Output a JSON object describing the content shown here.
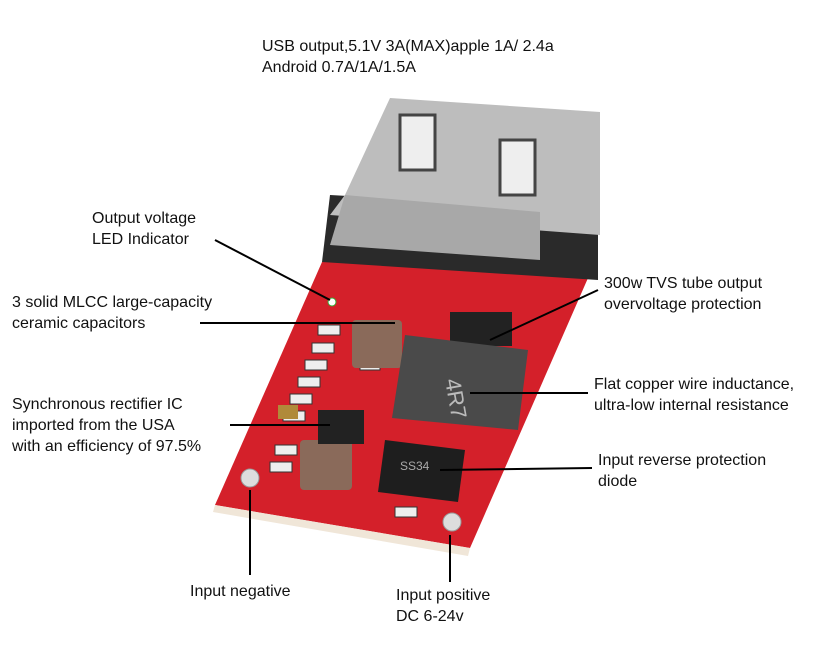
{
  "title": {
    "line1": "USB output,5.1V 3A(MAX)apple 1A/ 2.4a",
    "line2": "Android 0.7A/1A/1.5A"
  },
  "labels": {
    "led": [
      "Output voltage",
      "LED Indicator"
    ],
    "mlcc": [
      "3 solid MLCC large-capacity",
      "ceramic capacitors"
    ],
    "ic": [
      "Synchronous rectifier IC",
      "imported from the USA",
      "with an efficiency of 97.5%"
    ],
    "tvs": [
      "300w TVS tube output",
      "overvoltage protection"
    ],
    "inductor": [
      "Flat copper wire inductance,",
      "ultra-low internal resistance"
    ],
    "diode": [
      "Input reverse protection",
      "diode"
    ],
    "neg": [
      "Input negative"
    ],
    "pos": [
      "Input positive",
      "DC 6-24v"
    ]
  },
  "component_marks": {
    "inductor": "4R7",
    "diode": "SS34"
  },
  "colors": {
    "pcb": "#d4202a",
    "metal": "#b9b9b9",
    "plastic": "#2a2a2a",
    "inductor": "#4a4a4a"
  }
}
